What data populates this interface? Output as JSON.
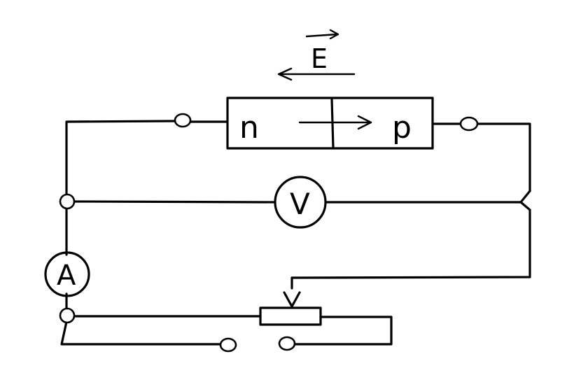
{
  "field": {
    "label": "E"
  },
  "junction": {
    "n_label": "n",
    "p_label": "p"
  },
  "voltmeter": {
    "label": "V"
  },
  "ammeter": {
    "label": "A"
  },
  "colors": {
    "ink": "#000000",
    "background": "#ffffff"
  }
}
